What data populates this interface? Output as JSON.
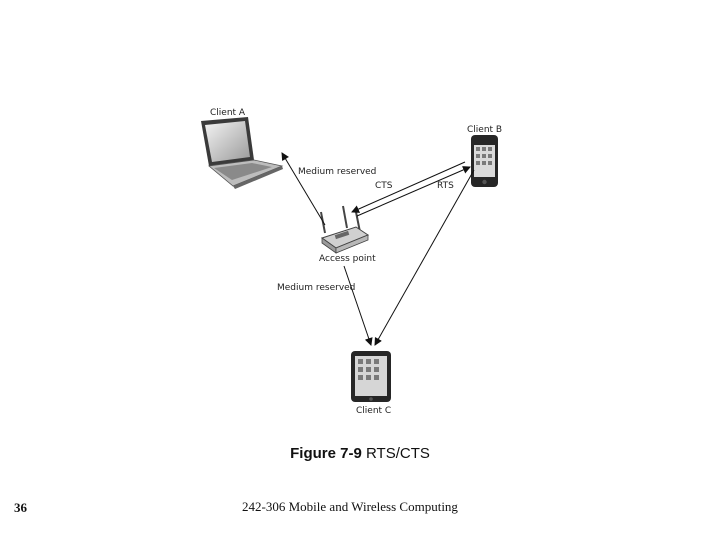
{
  "diagram": {
    "nodes": {
      "client_a": "Client A",
      "client_b": "Client B",
      "client_c": "Client C",
      "access_point": "Access point"
    },
    "edges": {
      "medium_reserved_a": "Medium reserved",
      "cts": "CTS",
      "rts": "RTS",
      "medium_reserved_c": "Medium reserved"
    }
  },
  "caption": {
    "figure": "Figure 7-9",
    "title": " RTS/CTS"
  },
  "footer": {
    "slide_number": "36",
    "course": "242-306 Mobile and Wireless Computing"
  }
}
